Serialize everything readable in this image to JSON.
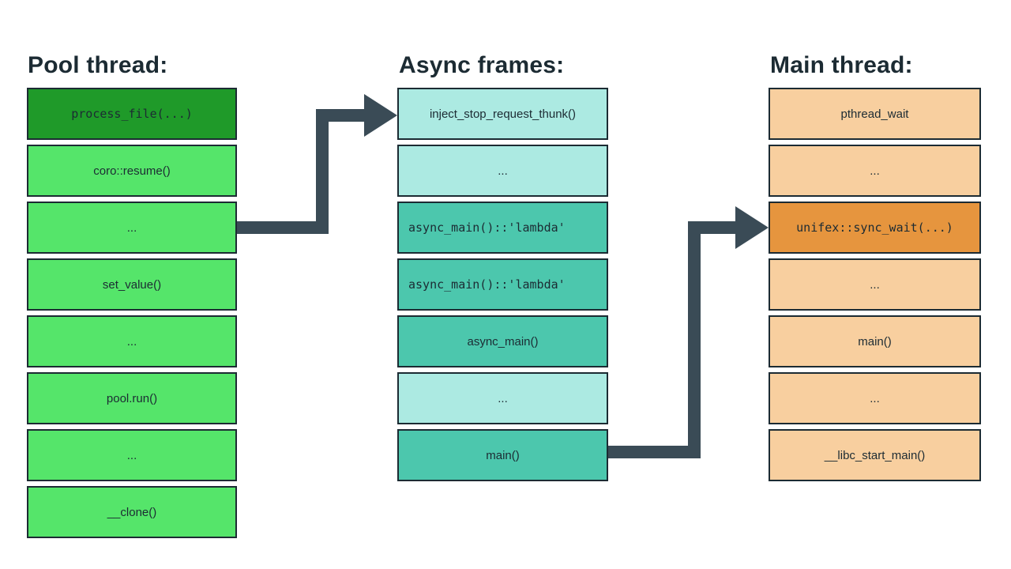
{
  "colors": {
    "bg": "#ffffff",
    "title-text": "#1c2b33",
    "box-text": "#1c2b33",
    "border": "#1c2b33",
    "arrow": "#3a4b56",
    "green-dark": "#1f9a29",
    "green": "#55e56a",
    "teal-light": "#aceae2",
    "teal": "#4cc7ad",
    "orange-light": "#f8cf9f",
    "orange": "#e6953e"
  },
  "columns": [
    {
      "title": "Pool thread:",
      "frames": [
        {
          "label": "process_file(...)"
        },
        {
          "label": "coro::resume()"
        },
        {
          "label": "..."
        },
        {
          "label": "set_value()"
        },
        {
          "label": "..."
        },
        {
          "label": "pool.run()"
        },
        {
          "label": "..."
        },
        {
          "label": "__clone()"
        }
      ]
    },
    {
      "title": "Async frames:",
      "frames": [
        {
          "label": "inject_stop_request_thunk()"
        },
        {
          "label": "..."
        },
        {
          "label": "async_main()::'lambda'"
        },
        {
          "label": "async_main()::'lambda'"
        },
        {
          "label": "async_main()"
        },
        {
          "label": "..."
        },
        {
          "label": "main()"
        }
      ]
    },
    {
      "title": "Main thread:",
      "frames": [
        {
          "label": "pthread_wait"
        },
        {
          "label": "..."
        },
        {
          "label": "unifex::sync_wait(...)"
        },
        {
          "label": "..."
        },
        {
          "label": "main()"
        },
        {
          "label": "..."
        },
        {
          "label": "__libc_start_main()"
        }
      ]
    }
  ],
  "arrows": [
    {
      "name": "pool-to-async",
      "from": "pool thread ... frame",
      "to": "inject_stop_request_thunk()"
    },
    {
      "name": "async-to-main",
      "from": "main() async frame",
      "to": "unifex::sync_wait(...)"
    }
  ]
}
